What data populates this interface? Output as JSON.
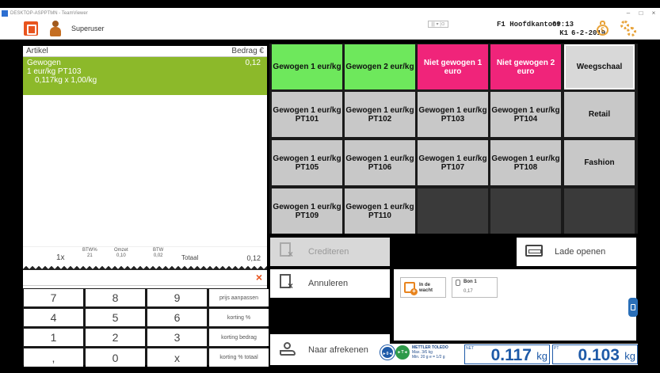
{
  "window": {
    "title": "DESKTOP-ASPPTMN - TeamViewer"
  },
  "header": {
    "user": "Superuser",
    "kb": "|||  ▾ |⊙",
    "location": "F1 Hoofdkantoor",
    "register": "K1",
    "time": "09:13",
    "date": "6-2-2019",
    "bag_symbol": "€"
  },
  "ticket": {
    "col_article": "Artikel",
    "col_amount": "Bedrag €",
    "lines": [
      {
        "name": "Gewogen",
        "detail": "1 eur/kg PT103",
        "qty": "0,117kg x 1,00/kg",
        "amount": "0,12"
      }
    ],
    "totals": {
      "count": "1x",
      "btw_pct_label": "BTW%",
      "btw_pct": "21",
      "omzet_label": "Omzet",
      "omzet": "0,10",
      "btw_label": "BTW",
      "btw": "0,02",
      "total_label": "Totaal",
      "total": "0,12"
    },
    "input_value": "",
    "clear_symbol": "×"
  },
  "keypad": {
    "keys": [
      {
        "label": "7"
      },
      {
        "label": "8"
      },
      {
        "label": "9"
      },
      {
        "label": "prijs aanpassen",
        "fn": true
      },
      {
        "label": "4"
      },
      {
        "label": "5"
      },
      {
        "label": "6"
      },
      {
        "label": "korting %",
        "fn": true
      },
      {
        "label": "1"
      },
      {
        "label": "2"
      },
      {
        "label": "3"
      },
      {
        "label": "korting bedrag",
        "fn": true
      },
      {
        "label": ","
      },
      {
        "label": "0"
      },
      {
        "label": "x"
      },
      {
        "label": "korting % totaal",
        "fn": true
      }
    ]
  },
  "products": {
    "row1": [
      "Gewogen 1 eur/kg",
      "Gewogen 2 eur/kg",
      "Niet gewogen 1 euro",
      "Niet gewogen 2 euro"
    ],
    "row2": [
      "Gewogen 1 eur/kg PT101",
      "Gewogen 1 eur/kg PT102",
      "Gewogen 1 eur/kg PT103",
      "Gewogen 1 eur/kg PT104"
    ],
    "row3": [
      "Gewogen 1 eur/kg PT105",
      "Gewogen 1 eur/kg PT106",
      "Gewogen 1 eur/kg PT107",
      "Gewogen 1 eur/kg PT108"
    ],
    "row4": [
      "Gewogen 1 eur/kg PT109",
      "Gewogen 1 eur/kg PT110"
    ]
  },
  "categories": [
    "Weegschaal",
    "Retail",
    "Fashion"
  ],
  "actions": {
    "crediteren": "Crediteren",
    "lade_openen": "Lade openen",
    "annuleren": "Annuleren",
    "naar_afrekenen": "Naar afrekenen"
  },
  "parked": {
    "wait_line1": "In de",
    "wait_line2": "wacht",
    "bon_label": "Bon 1",
    "bon_value": "0,17"
  },
  "scale": {
    "zero_label": "►0◄",
    "tare_label": "►T◄",
    "brand": "METTLER TOLEDO",
    "max": "Max. 3/6 kg",
    "min": "Min. 20 g    e = 1/2 g",
    "net_tag": "NET",
    "net_value": "0.117",
    "pt_tag": "PT",
    "pt_value": "0.103",
    "unit": "kg"
  },
  "colors": {
    "ticket_selected": "#8cb92a",
    "tile_green": "#6ee85c",
    "tile_pink": "#f0247a",
    "tile_gray": "#c8c8c8",
    "accent_orange": "#e8541e",
    "scale_blue": "#1e5aa8"
  }
}
